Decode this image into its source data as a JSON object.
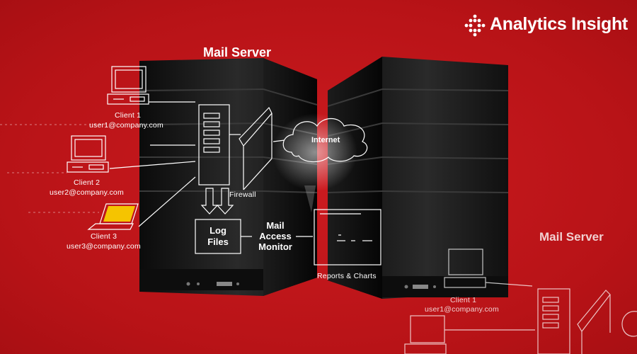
{
  "brand": {
    "name": "Analytics Insight",
    "icon": "dots-diamond-icon"
  },
  "diagram": {
    "title": "Mail Server",
    "secondary_title": "Mail Server",
    "clients": [
      {
        "name": "Client 1",
        "email": "user1@company.com"
      },
      {
        "name": "Client 2",
        "email": "user2@company.com"
      },
      {
        "name": "Client 3",
        "email": "user3@company.com"
      }
    ],
    "firewall": "Firewall",
    "internet": "Internet",
    "log_files": [
      "Log",
      "Files"
    ],
    "monitor": [
      "Mail",
      "Access",
      "Monitor"
    ],
    "reports": "Reports & Charts",
    "secondary_client": {
      "name": "Client 1",
      "email": "user1@company.com"
    }
  },
  "colors": {
    "background": "#c3161c",
    "server": "#141414",
    "accent_white": "#ffffff",
    "laptop_screen": "#f5c400"
  }
}
